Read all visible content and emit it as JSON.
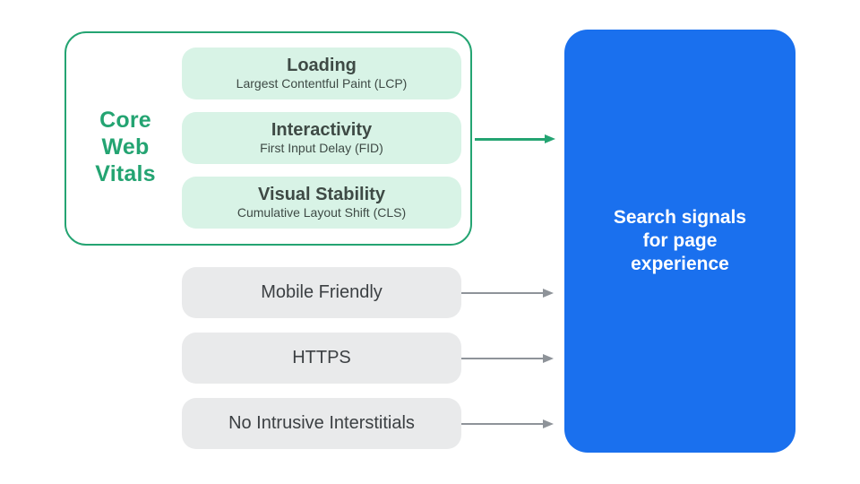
{
  "colors": {
    "green": "#24A472",
    "green-light": "#D8F3E6",
    "blue": "#1A70EE",
    "gray-box": "#E9EAEB",
    "arrow-gray": "#8E9399",
    "text-dark": "#3C4043",
    "text-green-dark": "#3E4A45"
  },
  "core_web_vitals": {
    "label": "Core Web Vitals",
    "items": [
      {
        "title": "Loading",
        "subtitle": "Largest Contentful Paint (LCP)"
      },
      {
        "title": "Interactivity",
        "subtitle": "First Input Delay (FID)"
      },
      {
        "title": "Visual Stability",
        "subtitle": "Cumulative Layout Shift (CLS)"
      }
    ]
  },
  "other_signals": {
    "items": [
      {
        "label": "Mobile Friendly"
      },
      {
        "label": "HTTPS"
      },
      {
        "label": "No Intrusive Interstitials"
      }
    ]
  },
  "result": {
    "label": "Search signals for page experience"
  }
}
